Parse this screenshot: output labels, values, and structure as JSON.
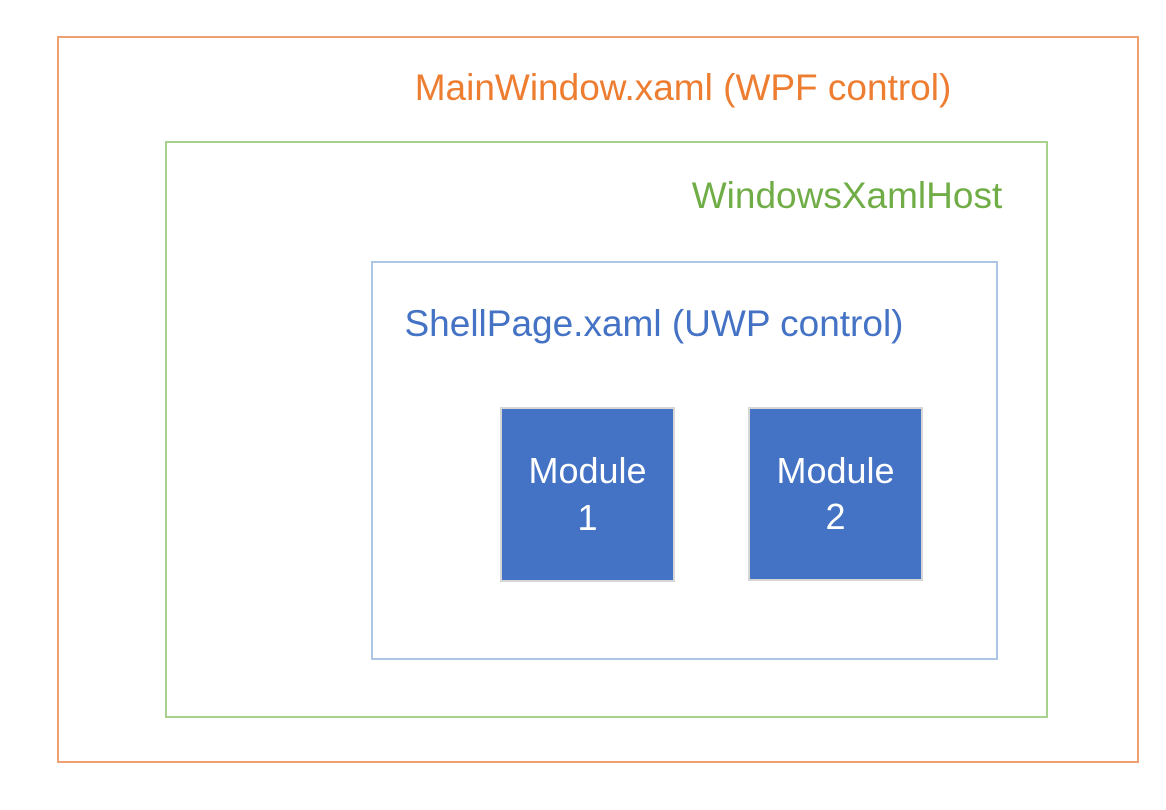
{
  "boxes": {
    "main_window": {
      "label": "MainWindow.xaml (WPF control)"
    },
    "xaml_host": {
      "label": "WindowsXamlHost"
    },
    "shell_page": {
      "label": "ShellPage.xaml (UWP control)"
    },
    "modules": [
      {
        "name": "Module",
        "number": "1"
      },
      {
        "name": "Module",
        "number": "2"
      }
    ]
  },
  "colors": {
    "main_window_text": "#ED7D31",
    "main_window_border": "#F0A173",
    "xaml_host_text": "#70AD47",
    "xaml_host_border": "#A9D18E",
    "shell_page_text": "#4472C4",
    "shell_page_border": "#AEC6E6",
    "module_fill": "#4472C4",
    "module_border": "#D6D6D6",
    "module_text": "#FFFFFF"
  }
}
